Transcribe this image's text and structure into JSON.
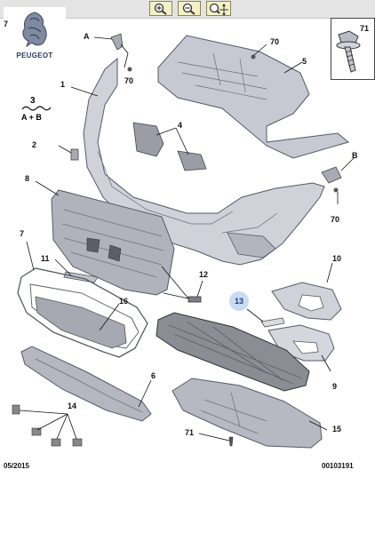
{
  "toolbar": {
    "buttons": [
      {
        "name": "zoom-in-button",
        "icon": "zoom-in-icon"
      },
      {
        "name": "zoom-out-button",
        "icon": "zoom-out-icon"
      },
      {
        "name": "zoom-pan-button",
        "icon": "zoom-pan-icon"
      }
    ]
  },
  "brand": {
    "logo_text": "PEUGEOT"
  },
  "inset": {
    "label": "71"
  },
  "legend": {
    "ref": "3",
    "formula": "A + B"
  },
  "callouts": {
    "A": "A",
    "B": "B",
    "c1": "1",
    "c2": "2",
    "c4": "4",
    "c5": "5",
    "c6": "6",
    "c7": "7",
    "c8": "8",
    "c9": "9",
    "c10": "10",
    "c11": "11",
    "c12": "12",
    "c13": "13",
    "c14": "14",
    "c15": "15",
    "c16": "16",
    "c70a": "70",
    "c70b": "70",
    "c70c": "70",
    "c71": "71",
    "c7top": "7"
  },
  "footer": {
    "date": "05/2015",
    "reference": "00103191"
  },
  "colors": {
    "accent": "#c9daf4",
    "part_fill": "#c9ccd4",
    "part_stroke": "#555a66",
    "dark_part": "#8a8d94"
  }
}
